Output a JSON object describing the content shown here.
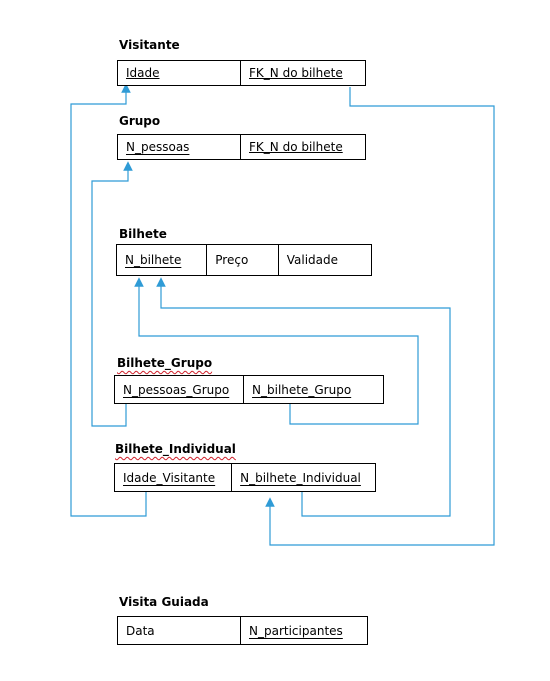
{
  "colors": {
    "connector": "#2f9bd6",
    "text": "#000000",
    "border": "#000000"
  },
  "tables": {
    "visitante": {
      "title": "Visitante",
      "cols": [
        "Idade",
        "FK_N do bilhete"
      ]
    },
    "grupo": {
      "title": "Grupo",
      "cols": [
        "N_pessoas",
        "FK_N do bilhete"
      ]
    },
    "bilhete": {
      "title": "Bilhete",
      "cols": [
        "N_bilhete",
        "Preço",
        "Validade"
      ]
    },
    "bilhete_grupo": {
      "title": "Bilhete_Grupo",
      "cols": [
        "N_pessoas_Grupo",
        "N_bilhete_Grupo"
      ]
    },
    "bilhete_individual": {
      "title": "Bilhete_Individual",
      "cols": [
        "Idade_Visitante",
        "N_bilhete_Individual"
      ]
    },
    "visita_guiada": {
      "title": "Visita Guiada",
      "cols": [
        "Data",
        "N_participantes"
      ]
    }
  }
}
